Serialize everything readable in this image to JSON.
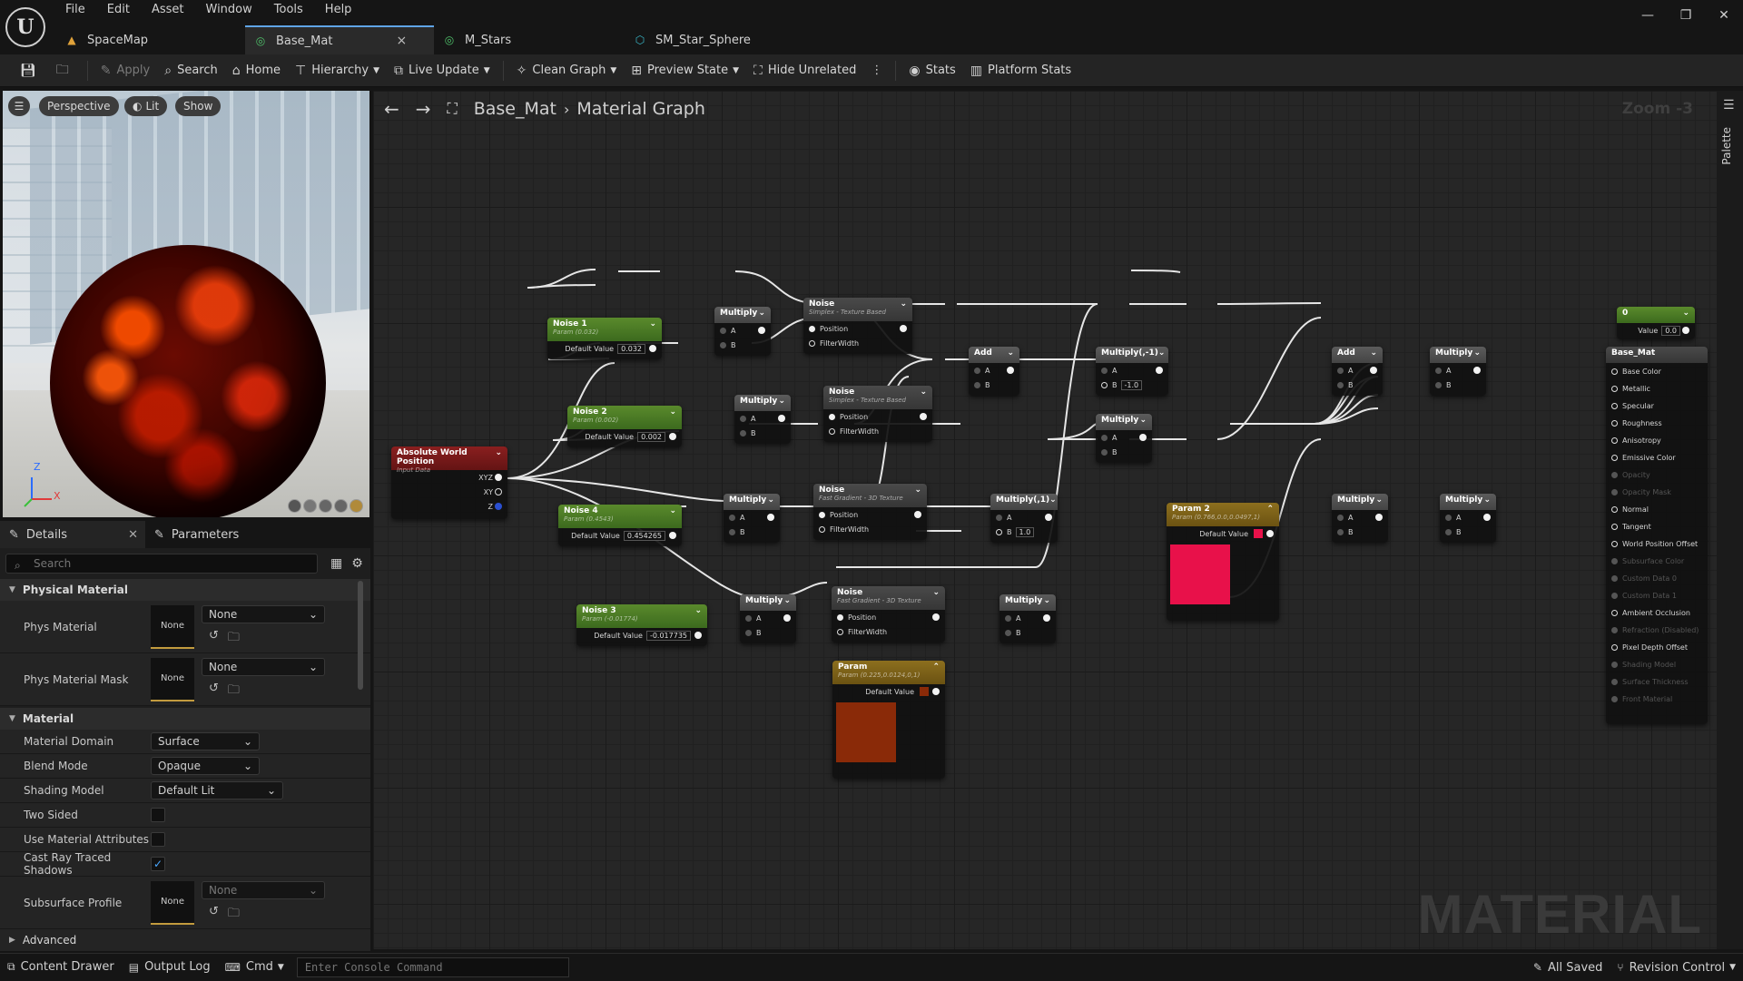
{
  "app": {
    "menu": [
      "File",
      "Edit",
      "Asset",
      "Window",
      "Tools",
      "Help"
    ],
    "tabs": [
      {
        "label": "SpaceMap",
        "icon": "map-icon",
        "active": false
      },
      {
        "label": "Base_Mat",
        "icon": "material-icon",
        "active": true
      },
      {
        "label": "M_Stars",
        "icon": "material-icon",
        "active": false
      },
      {
        "label": "SM_Star_Sphere",
        "icon": "static-mesh-icon",
        "active": false
      }
    ],
    "tab_close": "×",
    "window_controls": {
      "minimize": "—",
      "restore": "❐",
      "close": "✕"
    }
  },
  "toolbar": {
    "apply": "Apply",
    "search": "Search",
    "home": "Home",
    "hierarchy": "Hierarchy",
    "live_update": "Live Update",
    "clean_graph": "Clean Graph",
    "preview_state": "Preview State",
    "hide_unrelated": "Hide Unrelated",
    "stats": "Stats",
    "platform_stats": "Platform Stats"
  },
  "viewport": {
    "perspective": "Perspective",
    "lit": "Lit",
    "show": "Show",
    "axis_labels": {
      "x": "X",
      "z": "Z"
    }
  },
  "details": {
    "tab_details": "Details",
    "tab_parameters": "Parameters",
    "search_placeholder": "Search",
    "physical_section": "Physical Material",
    "phys_material_label": "Phys Material",
    "phys_material_value": "None",
    "phys_material_thumb": "None",
    "phys_mask_label": "Phys Material Mask",
    "phys_mask_value": "None",
    "phys_mask_thumb": "None",
    "material_section": "Material",
    "domain_label": "Material Domain",
    "domain_value": "Surface",
    "blend_label": "Blend Mode",
    "blend_value": "Opaque",
    "shading_label": "Shading Model",
    "shading_value": "Default Lit",
    "two_sided_label": "Two Sided",
    "two_sided": false,
    "use_attr_label": "Use Material Attributes",
    "use_attr": false,
    "cast_rt_label": "Cast Ray Traced Shadows",
    "cast_rt": true,
    "subsurface_label": "Subsurface Profile",
    "subsurface_value": "None",
    "subsurface_thumb": "None",
    "advanced_section": "Advanced"
  },
  "graph": {
    "breadcrumb_asset": "Base_Mat",
    "breadcrumb_graph": "Material Graph",
    "zoom": "Zoom -3",
    "watermark": "MATERIAL",
    "palette": "Palette",
    "nodes": {
      "abs_world": {
        "title": "Absolute World Position",
        "sub": "Input Data",
        "pins": [
          "XYZ",
          "XY",
          "Z"
        ]
      },
      "noise1": {
        "title": "Noise 1",
        "sub": "Param (0.032)",
        "label": "Default Value",
        "value": "0.032"
      },
      "noise2": {
        "title": "Noise 2",
        "sub": "Param (0.002)",
        "label": "Default Value",
        "value": "0.002"
      },
      "noise4": {
        "title": "Noise 4",
        "sub": "Param (0.4543)",
        "label": "Default Value",
        "value": "0.454265"
      },
      "noise3": {
        "title": "Noise 3",
        "sub": "Param (-0.01774)",
        "label": "Default Value",
        "value": "-0.017735"
      },
      "mul1": {
        "title": "Multiply"
      },
      "mul2": {
        "title": "Multiply"
      },
      "mul3": {
        "title": "Multiply"
      },
      "mul4": {
        "title": "Multiply"
      },
      "noiseA": {
        "title": "Noise",
        "sub": "Simplex - Texture Based",
        "pin1": "Position",
        "pin2": "FilterWidth"
      },
      "noiseB": {
        "title": "Noise",
        "sub": "Simplex - Texture Based",
        "pin1": "Position",
        "pin2": "FilterWidth"
      },
      "noiseC": {
        "title": "Noise",
        "sub": "Fast Gradient - 3D Texture",
        "pin1": "Position",
        "pin2": "FilterWidth"
      },
      "noiseD": {
        "title": "Noise",
        "sub": "Fast Gradient - 3D Texture",
        "pin1": "Position",
        "pin2": "FilterWidth"
      },
      "add1": {
        "title": "Add"
      },
      "mulneg": {
        "title": "Multiply(,-1)",
        "b_value": "-1.0"
      },
      "mul5": {
        "title": "Multiply"
      },
      "mulone": {
        "title": "Multiply(,1)",
        "b_value": "1.0"
      },
      "mul6": {
        "title": "Multiply"
      },
      "param2": {
        "title": "Param 2",
        "sub": "Param (0.766,0.0,0.0497,1)",
        "label": "Default Value",
        "color": "#e8114a"
      },
      "param": {
        "title": "Param",
        "sub": "Param (0.225,0.0124,0,1)",
        "label": "Default Value",
        "color": "#8a2a08"
      },
      "add2": {
        "title": "Add"
      },
      "mul7": {
        "title": "Multiply"
      },
      "mul8": {
        "title": "Multiply"
      },
      "mul9": {
        "title": "Multiply"
      },
      "const0": {
        "title": "0",
        "label": "Value",
        "value": "0.0"
      },
      "base_mat": {
        "title": "Base_Mat",
        "pins": [
          {
            "label": "Base Color",
            "enabled": true
          },
          {
            "label": "Metallic",
            "enabled": true
          },
          {
            "label": "Specular",
            "enabled": true
          },
          {
            "label": "Roughness",
            "enabled": true
          },
          {
            "label": "Anisotropy",
            "enabled": true
          },
          {
            "label": "Emissive Color",
            "enabled": true
          },
          {
            "label": "Opacity",
            "enabled": false
          },
          {
            "label": "Opacity Mask",
            "enabled": false
          },
          {
            "label": "Normal",
            "enabled": true
          },
          {
            "label": "Tangent",
            "enabled": true
          },
          {
            "label": "World Position Offset",
            "enabled": true
          },
          {
            "label": "Subsurface Color",
            "enabled": false
          },
          {
            "label": "Custom Data 0",
            "enabled": false
          },
          {
            "label": "Custom Data 1",
            "enabled": false
          },
          {
            "label": "Ambient Occlusion",
            "enabled": true
          },
          {
            "label": "Refraction (Disabled)",
            "enabled": false
          },
          {
            "label": "Pixel Depth Offset",
            "enabled": true
          },
          {
            "label": "Shading Model",
            "enabled": false
          },
          {
            "label": "Surface Thickness",
            "enabled": false
          },
          {
            "label": "Front Material",
            "enabled": false
          }
        ]
      }
    }
  },
  "statusbar": {
    "content_drawer": "Content Drawer",
    "output_log": "Output Log",
    "cmd": "Cmd",
    "console_placeholder": "Enter Console Command",
    "all_saved": "All Saved",
    "revision_control": "Revision Control"
  }
}
